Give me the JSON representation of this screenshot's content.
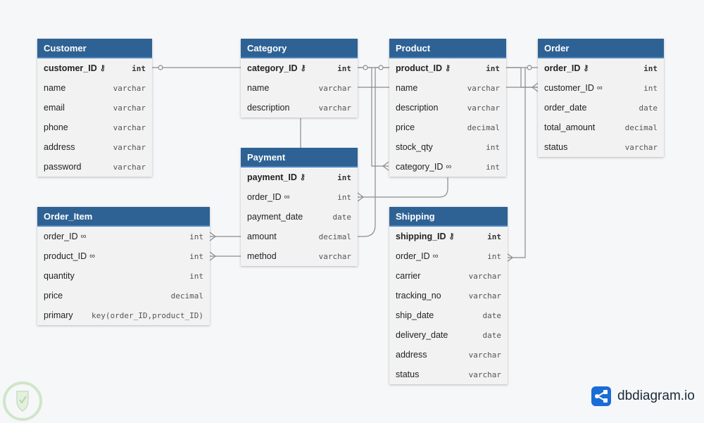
{
  "tables": [
    {
      "id": "customer",
      "name": "Customer",
      "fields": [
        {
          "name": "customer_ID",
          "type": "int",
          "pk": true,
          "key": "pk"
        },
        {
          "name": "name",
          "type": "varchar"
        },
        {
          "name": "email",
          "type": "varchar"
        },
        {
          "name": "phone",
          "type": "varchar"
        },
        {
          "name": "address",
          "type": "varchar"
        },
        {
          "name": "password",
          "type": "varchar"
        }
      ]
    },
    {
      "id": "category",
      "name": "Category",
      "fields": [
        {
          "name": "category_ID",
          "type": "int",
          "pk": true,
          "key": "pk"
        },
        {
          "name": "name",
          "type": "varchar"
        },
        {
          "name": "description",
          "type": "varchar"
        }
      ]
    },
    {
      "id": "product",
      "name": "Product",
      "fields": [
        {
          "name": "product_ID",
          "type": "int",
          "pk": true,
          "key": "pk"
        },
        {
          "name": "name",
          "type": "varchar"
        },
        {
          "name": "description",
          "type": "varchar"
        },
        {
          "name": "price",
          "type": "decimal"
        },
        {
          "name": "stock_qty",
          "type": "int"
        },
        {
          "name": "category_ID",
          "type": "int",
          "key": "fk"
        }
      ]
    },
    {
      "id": "order",
      "name": "Order",
      "fields": [
        {
          "name": "order_ID",
          "type": "int",
          "pk": true,
          "key": "pk"
        },
        {
          "name": "customer_ID",
          "type": "int",
          "key": "fk"
        },
        {
          "name": "order_date",
          "type": "date"
        },
        {
          "name": "total_amount",
          "type": "decimal"
        },
        {
          "name": "status",
          "type": "varchar"
        }
      ]
    },
    {
      "id": "payment",
      "name": "Payment",
      "fields": [
        {
          "name": "payment_ID",
          "type": "int",
          "pk": true,
          "key": "pk"
        },
        {
          "name": "order_ID",
          "type": "int",
          "key": "fk"
        },
        {
          "name": "payment_date",
          "type": "date"
        },
        {
          "name": "amount",
          "type": "decimal"
        },
        {
          "name": "method",
          "type": "varchar"
        }
      ]
    },
    {
      "id": "order_item",
      "name": "Order_Item",
      "fields": [
        {
          "name": "order_ID",
          "type": "int",
          "key": "fk"
        },
        {
          "name": "product_ID",
          "type": "int",
          "key": "fk"
        },
        {
          "name": "quantity",
          "type": "int"
        },
        {
          "name": "price",
          "type": "decimal"
        },
        {
          "name": "primary",
          "type": "key(order_ID,product_ID)"
        }
      ]
    },
    {
      "id": "shipping",
      "name": "Shipping",
      "fields": [
        {
          "name": "shipping_ID",
          "type": "int",
          "pk": true,
          "key": "pk"
        },
        {
          "name": "order_ID",
          "type": "int",
          "key": "fk"
        },
        {
          "name": "carrier",
          "type": "varchar"
        },
        {
          "name": "tracking_no",
          "type": "varchar"
        },
        {
          "name": "ship_date",
          "type": "date"
        },
        {
          "name": "delivery_date",
          "type": "date"
        },
        {
          "name": "address",
          "type": "varchar"
        },
        {
          "name": "status",
          "type": "varchar"
        }
      ]
    }
  ],
  "brand": {
    "name": "dbdiagram.io",
    "color": "#1a6cd6"
  },
  "colors": {
    "header": "#2e6294",
    "body": "#f2f2f2",
    "wire": "#8c8c8c",
    "background": "#f6f7f9"
  }
}
